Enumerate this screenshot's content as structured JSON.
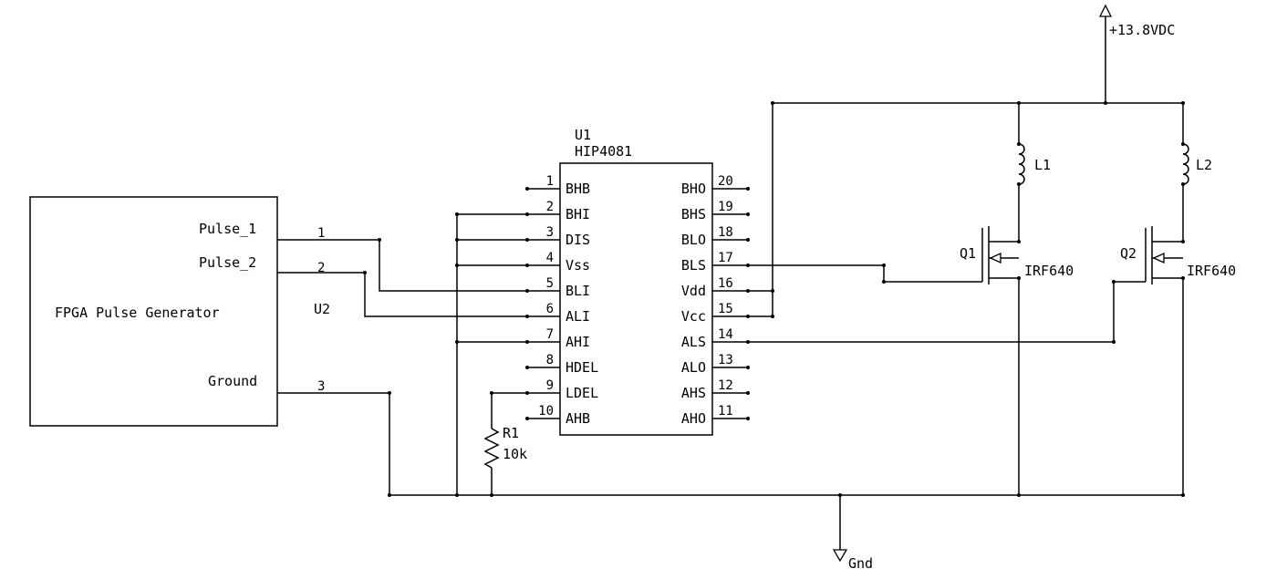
{
  "fpga": {
    "title": "FPGA Pulse Generator",
    "ref": "U2",
    "ports": [
      {
        "name": "Pulse_1",
        "pin": "1"
      },
      {
        "name": "Pulse_2",
        "pin": "2"
      },
      {
        "name": "Ground",
        "pin": "3"
      }
    ]
  },
  "driver": {
    "ref": "U1",
    "part": "HIP4081",
    "left_pins": [
      {
        "num": "1",
        "name": "BHB"
      },
      {
        "num": "2",
        "name": "BHI"
      },
      {
        "num": "3",
        "name": "DIS"
      },
      {
        "num": "4",
        "name": "Vss"
      },
      {
        "num": "5",
        "name": "BLI"
      },
      {
        "num": "6",
        "name": "ALI"
      },
      {
        "num": "7",
        "name": "AHI"
      },
      {
        "num": "8",
        "name": "HDEL"
      },
      {
        "num": "9",
        "name": "LDEL"
      },
      {
        "num": "10",
        "name": "AHB"
      }
    ],
    "right_pins": [
      {
        "num": "20",
        "name": "BHO"
      },
      {
        "num": "19",
        "name": "BHS"
      },
      {
        "num": "18",
        "name": "BLO"
      },
      {
        "num": "17",
        "name": "BLS"
      },
      {
        "num": "16",
        "name": "Vdd"
      },
      {
        "num": "15",
        "name": "Vcc"
      },
      {
        "num": "14",
        "name": "ALS"
      },
      {
        "num": "13",
        "name": "ALO"
      },
      {
        "num": "12",
        "name": "AHS"
      },
      {
        "num": "11",
        "name": "AHO"
      }
    ]
  },
  "resistor": {
    "ref": "R1",
    "value": "10k"
  },
  "inductors": {
    "l1": "L1",
    "l2": "L2"
  },
  "mosfets": {
    "q1": {
      "ref": "Q1",
      "part": "IRF640"
    },
    "q2": {
      "ref": "Q2",
      "part": "IRF640"
    }
  },
  "power": {
    "supply": "+13.8VDC",
    "ground": "Gnd"
  }
}
